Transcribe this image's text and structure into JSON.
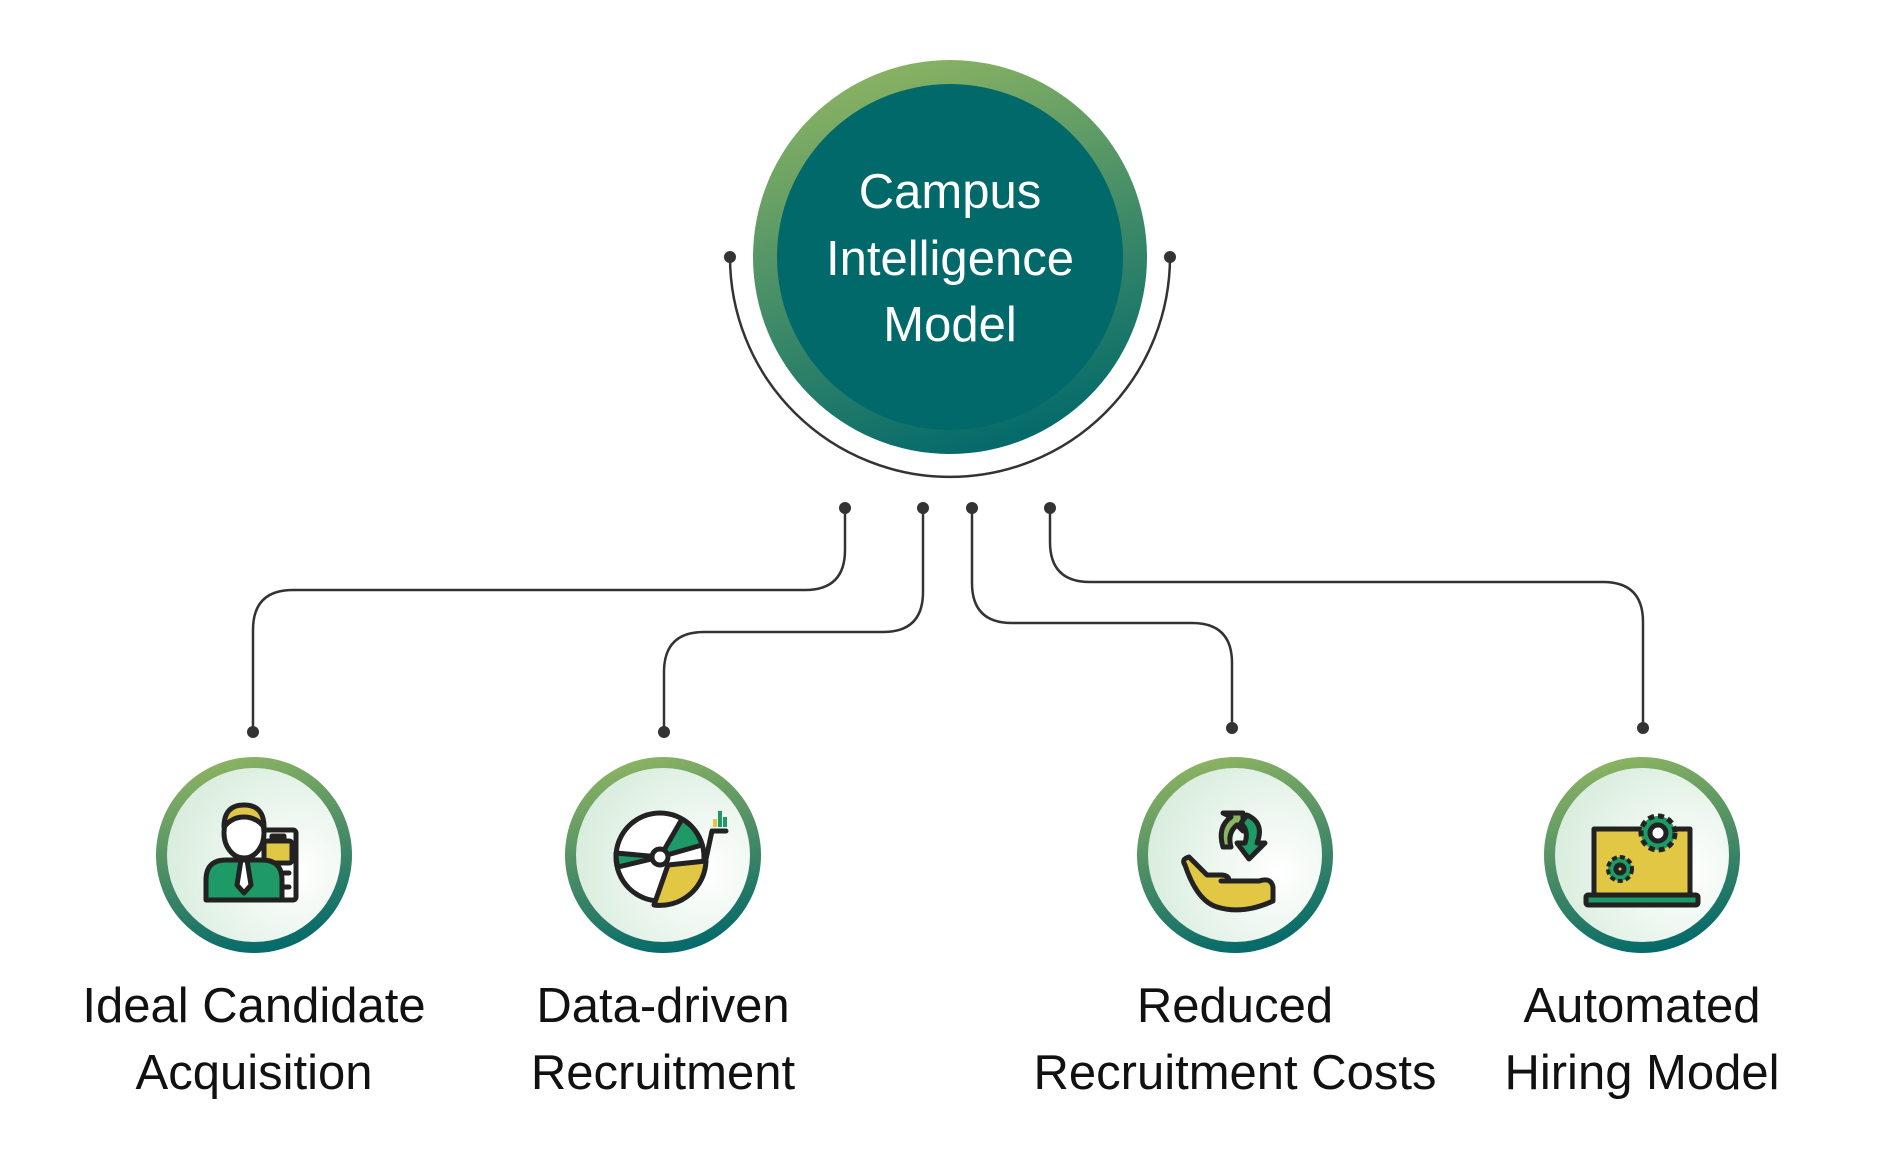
{
  "center": {
    "lines": [
      "Campus",
      "Intelligence",
      "Model"
    ]
  },
  "nodes": [
    {
      "icon": "candidate-profile-icon",
      "lines": [
        "Ideal Candidate",
        "Acquisition"
      ]
    },
    {
      "icon": "pie-chart-analytics-icon",
      "lines": [
        "Data-driven",
        "Recruitment"
      ]
    },
    {
      "icon": "hand-recycle-savings-icon",
      "lines": [
        "Reduced",
        "Recruitment Costs"
      ]
    },
    {
      "icon": "laptop-gears-icon",
      "lines": [
        "Automated",
        "Hiring Model"
      ]
    }
  ],
  "colors": {
    "teal": "#02696A",
    "green_light": "#8DB462",
    "green": "#1E9A66",
    "yellow": "#E2C744",
    "line": "#333333"
  }
}
